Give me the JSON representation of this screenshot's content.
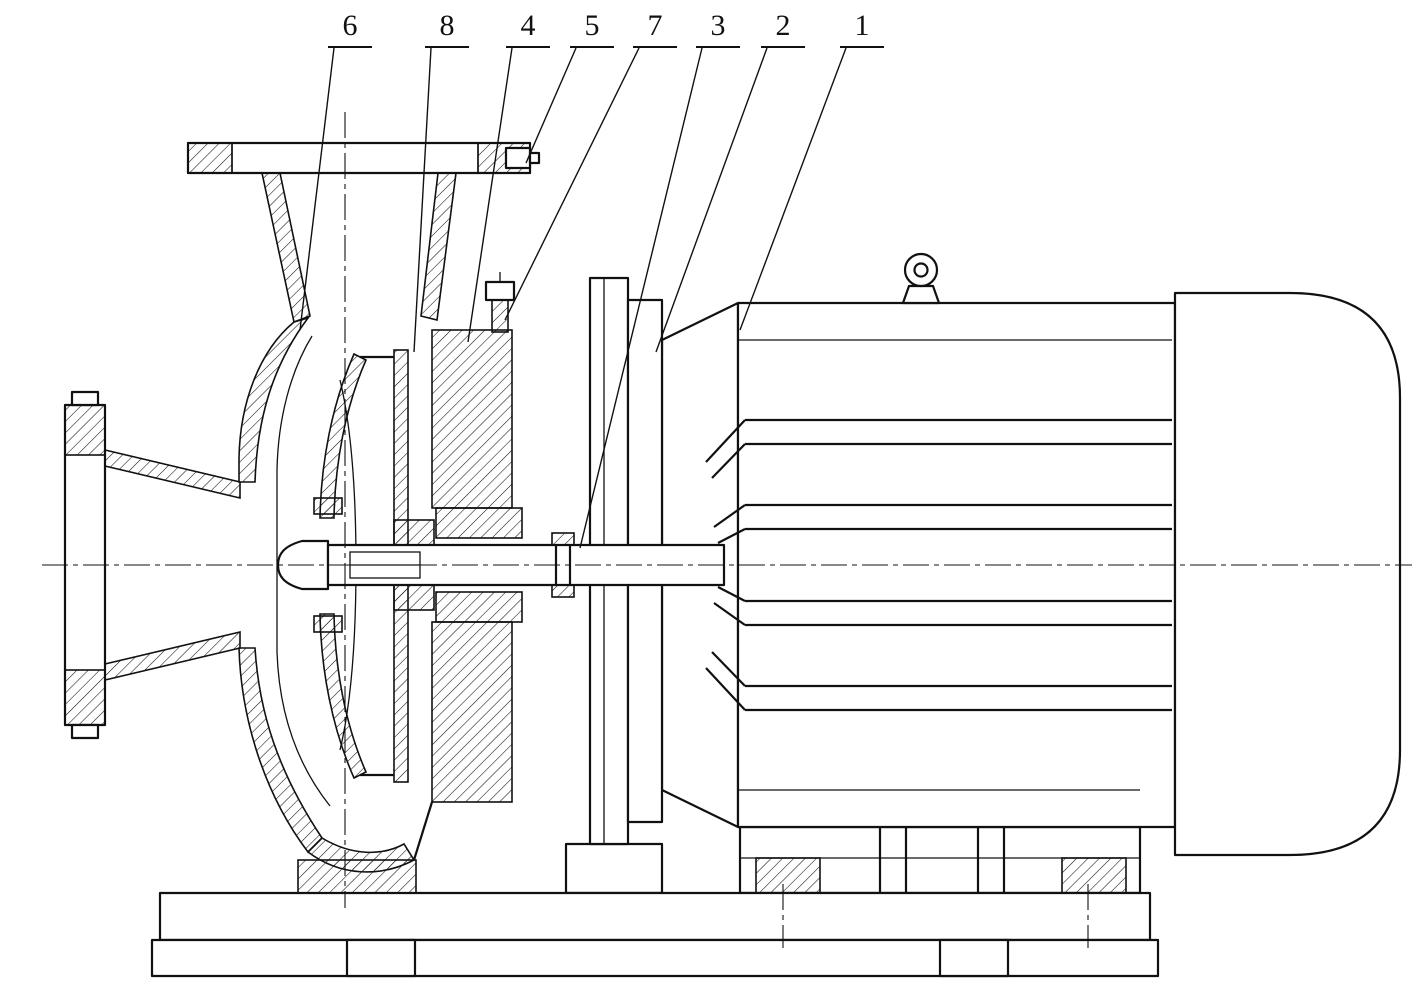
{
  "diagram": {
    "background": "#ffffff",
    "line_color": "#111111",
    "callouts": [
      {
        "label": "6"
      },
      {
        "label": "8"
      },
      {
        "label": "4"
      },
      {
        "label": "5"
      },
      {
        "label": "7"
      },
      {
        "label": "3"
      },
      {
        "label": "2"
      },
      {
        "label": "1"
      }
    ]
  }
}
